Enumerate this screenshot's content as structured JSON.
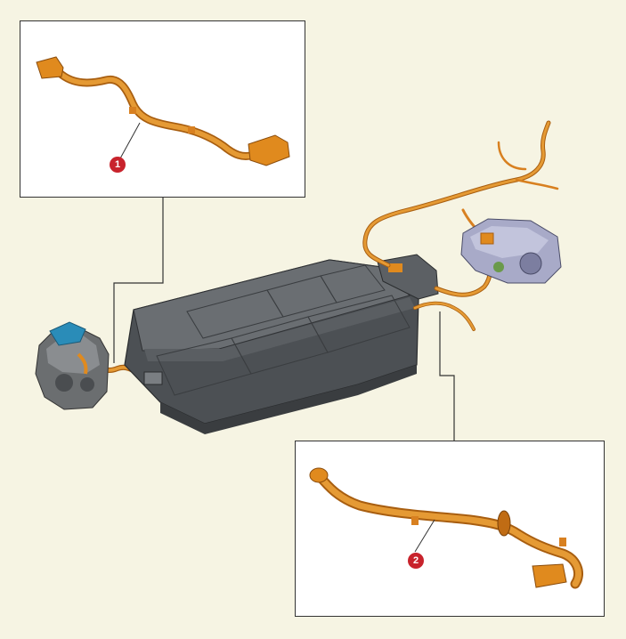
{
  "callouts": [
    {
      "label": "1",
      "part": "high-voltage-cable-front"
    },
    {
      "label": "2",
      "part": "high-voltage-cable-rear"
    }
  ],
  "colors": {
    "background": "#f6f4e3",
    "cable": "#e08a1e",
    "cable_dark": "#a85e10",
    "battery": "#555a5e",
    "callout_marker": "#c8232c"
  },
  "icons": [
    "front-motor-icon",
    "battery-pack-icon",
    "rear-motor-icon",
    "junction-box-icon"
  ]
}
